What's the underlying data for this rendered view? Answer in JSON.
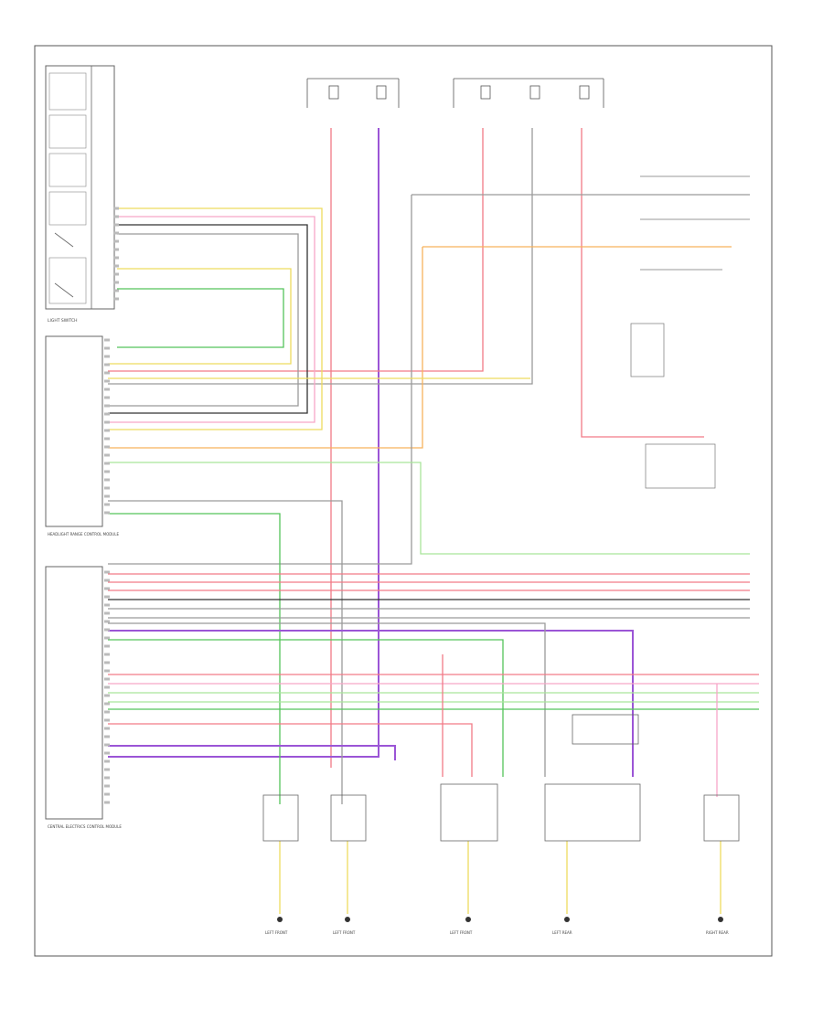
{
  "diagram": {
    "light_switch_label": "LIGHT SWITCH",
    "module_upper_label": "HEADLIGHT RANGE CONTROL MODULE",
    "module_lower_label": "CENTRAL ELECTRICS CONTROL MODULE",
    "footer_code": "",
    "bottom_labels": [
      "LEFT FRONT",
      "LEFT FRONT",
      "LEFT FRONT",
      "LEFT REAR",
      "RIGHT REAR"
    ],
    "colors": {
      "red": "#f27a86",
      "pink": "#f7a6c8",
      "violet": "#9b55d6",
      "green": "#54c45a",
      "lightgreen": "#a9e59a",
      "yellow": "#eddc5f",
      "orange": "#f7b25c",
      "gray": "#9a9a9a",
      "black": "#333333"
    }
  }
}
